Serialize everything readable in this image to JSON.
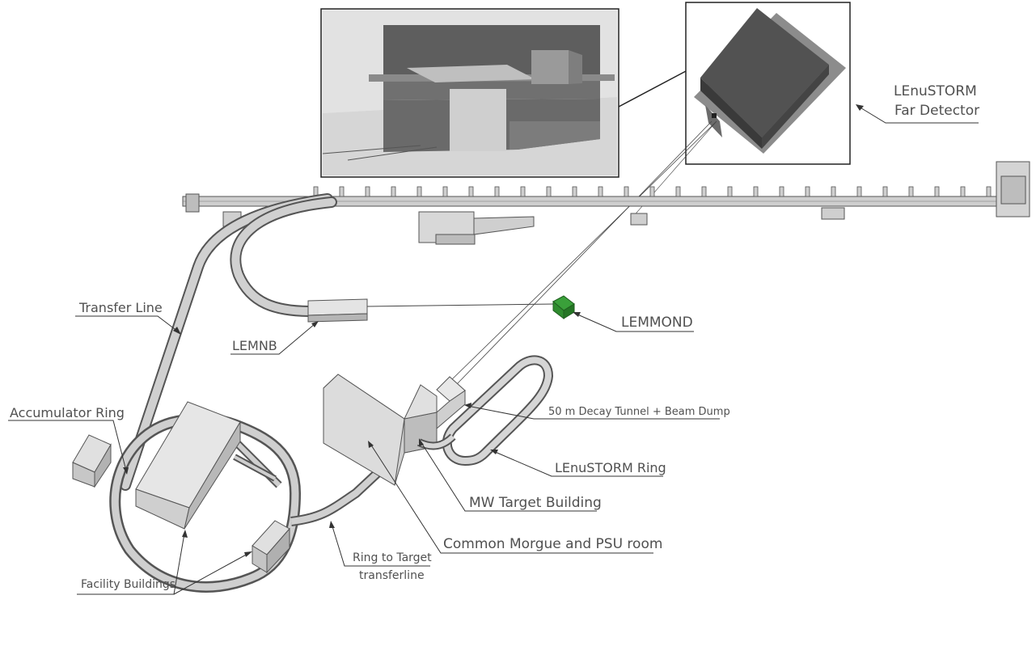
{
  "labels": {
    "far_detector_line1": "LEnuSTORM",
    "far_detector_line2": "Far Detector",
    "transfer_line": "Transfer Line",
    "lemnb": "LEMNB",
    "lemmond": "LEMMOND",
    "accumulator_ring": "Accumulator Ring",
    "decay_tunnel": "50 m Decay Tunnel + Beam Dump",
    "lenustorm_ring": "LEnuSTORM Ring",
    "mw_target_building": "MW Target Building",
    "common_morgue": "Common Morgue and PSU room",
    "ring_to_target_line1": "Ring to Target",
    "ring_to_target_line2": "transferline",
    "facility_buildings": "Facility Buildings"
  },
  "colors": {
    "lemmond_detector": "#2e8b2e",
    "building_light": "#d9d9d9",
    "building_mid": "#b5b5b5",
    "building_dark": "#8e8e8e",
    "tunnel": "#c8c8c8",
    "far_detector_body": "#4a4a4a"
  }
}
